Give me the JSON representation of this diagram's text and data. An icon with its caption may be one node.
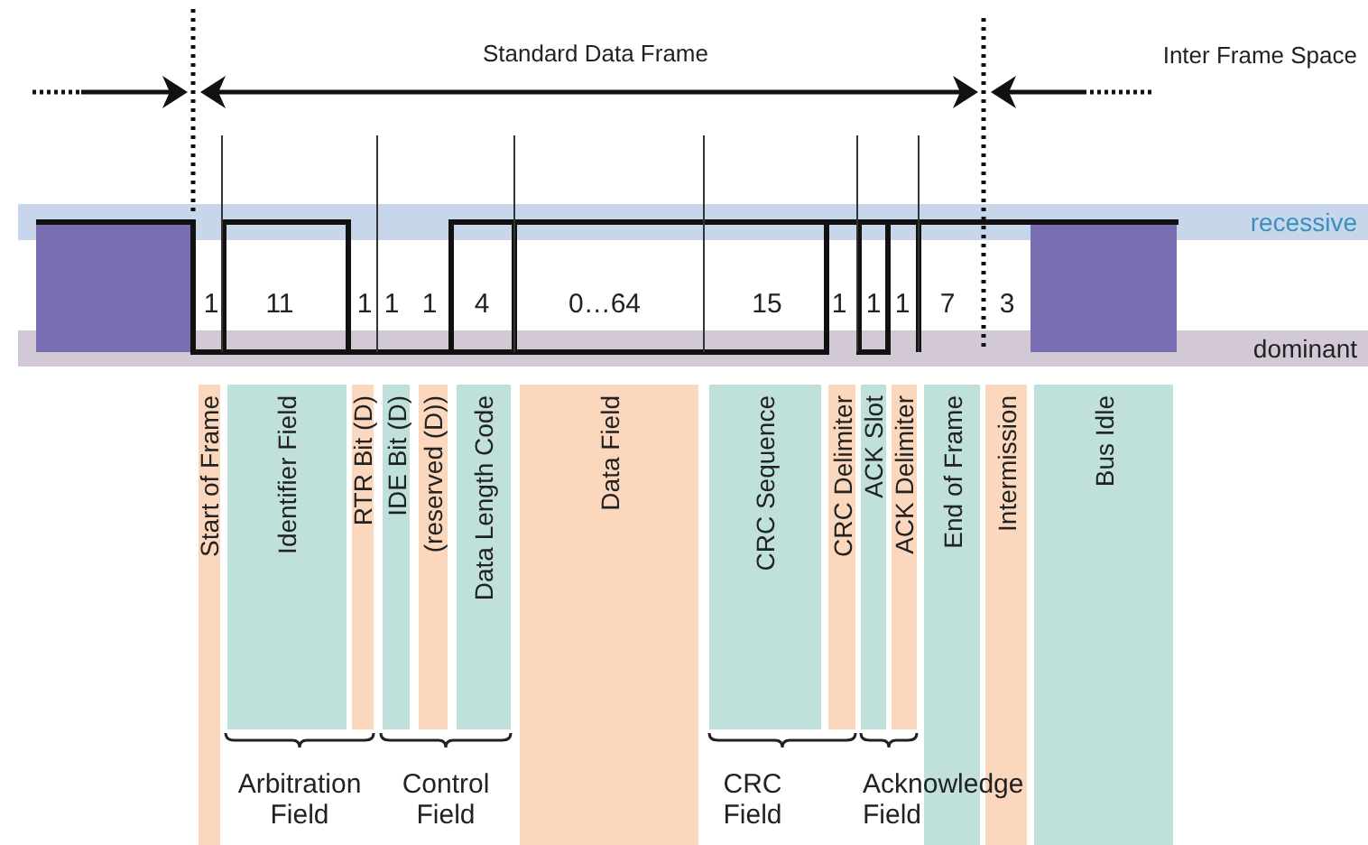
{
  "diagram": {
    "nodes": [
      {
        "text": [
          "Start of Frame"
        ]
      },
      {
        "text": [
          "Identifier Field"
        ]
      },
      {
        "text": [
          "RTR Bit (D)"
        ]
      },
      {
        "text": [
          "IDE Bit (D)"
        ]
      },
      {
        "text": [
          "(reserved (D))"
        ]
      },
      {
        "text": [
          "Data Length Code"
        ]
      },
      {
        "text": [
          "Data Field"
        ]
      },
      {
        "text": [
          "CRC Sequence"
        ]
      },
      {
        "text": [
          "CRC Delimiter"
        ]
      },
      {
        "text": [
          "ACK Slot"
        ]
      },
      {
        "text": [
          "ACK Delimiter"
        ]
      },
      {
        "text": [
          "End of Frame"
        ]
      },
      {
        "text": [
          "Intermission"
        ]
      },
      {
        "text": [
          "Bus Idle"
        ]
      }
    ],
    "labels": [
      "Standard Data Frame",
      "Inter Frame Space",
      "recessive",
      "1",
      "11",
      "1",
      "1",
      "1",
      "4",
      "0…64",
      "15",
      "1",
      "1",
      "1",
      "7",
      "3",
      "dominant",
      "Arbitration Field",
      "Control Field",
      "CRC Field",
      "Acknowledge Field"
    ]
  }
}
